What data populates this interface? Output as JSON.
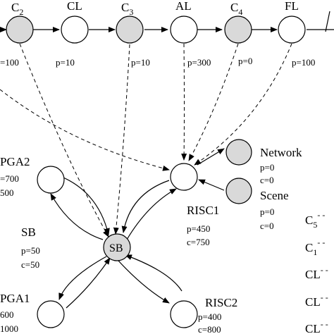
{
  "colors": {
    "node_gray": "#d9d9d9",
    "node_white": "#ffffff",
    "stroke": "#000000"
  },
  "chain": {
    "nodes": [
      {
        "label": "C",
        "sub": "2",
        "filled": true
      },
      {
        "label": "CL",
        "sub": "",
        "filled": false
      },
      {
        "label": "C",
        "sub": "3",
        "filled": true
      },
      {
        "label": "AL",
        "sub": "",
        "filled": false
      },
      {
        "label": "C",
        "sub": "4",
        "filled": true
      },
      {
        "label": "FL",
        "sub": "",
        "filled": false
      }
    ],
    "p_labels": [
      "=100",
      "p=10",
      "p=10",
      "p=300",
      "p=0",
      "p=100"
    ]
  },
  "nodes": {
    "network": {
      "label": "Network",
      "p": "p=0",
      "c": "c=0"
    },
    "scene": {
      "label": "Scene",
      "p": "p=0",
      "c": "c=0"
    },
    "risc1": {
      "label": "RISC1",
      "p": "p=450",
      "c": "c=750"
    },
    "risc2": {
      "label": "RISC2",
      "p": "p=400",
      "c": "c=800"
    },
    "sb_center": {
      "label": "SB"
    },
    "sb_side": {
      "label": "SB",
      "p": "p=50",
      "c": "c=50"
    },
    "fpga2": {
      "label": "PGA2",
      "p": "=700",
      "c": "500"
    },
    "fpga1": {
      "label": "PGA1",
      "p": "600",
      "c": "1000"
    }
  },
  "right_column": [
    {
      "label": "C",
      "sub": "5",
      "sup": "- -"
    },
    {
      "label": "C",
      "sub": "1",
      "sup": "- -"
    },
    {
      "label": "CL",
      "sub": "",
      "sup": "- -"
    },
    {
      "label": "CL",
      "sub": "",
      "sup": "- -"
    },
    {
      "label": "CL",
      "sub": "",
      "sup": "- -"
    }
  ]
}
